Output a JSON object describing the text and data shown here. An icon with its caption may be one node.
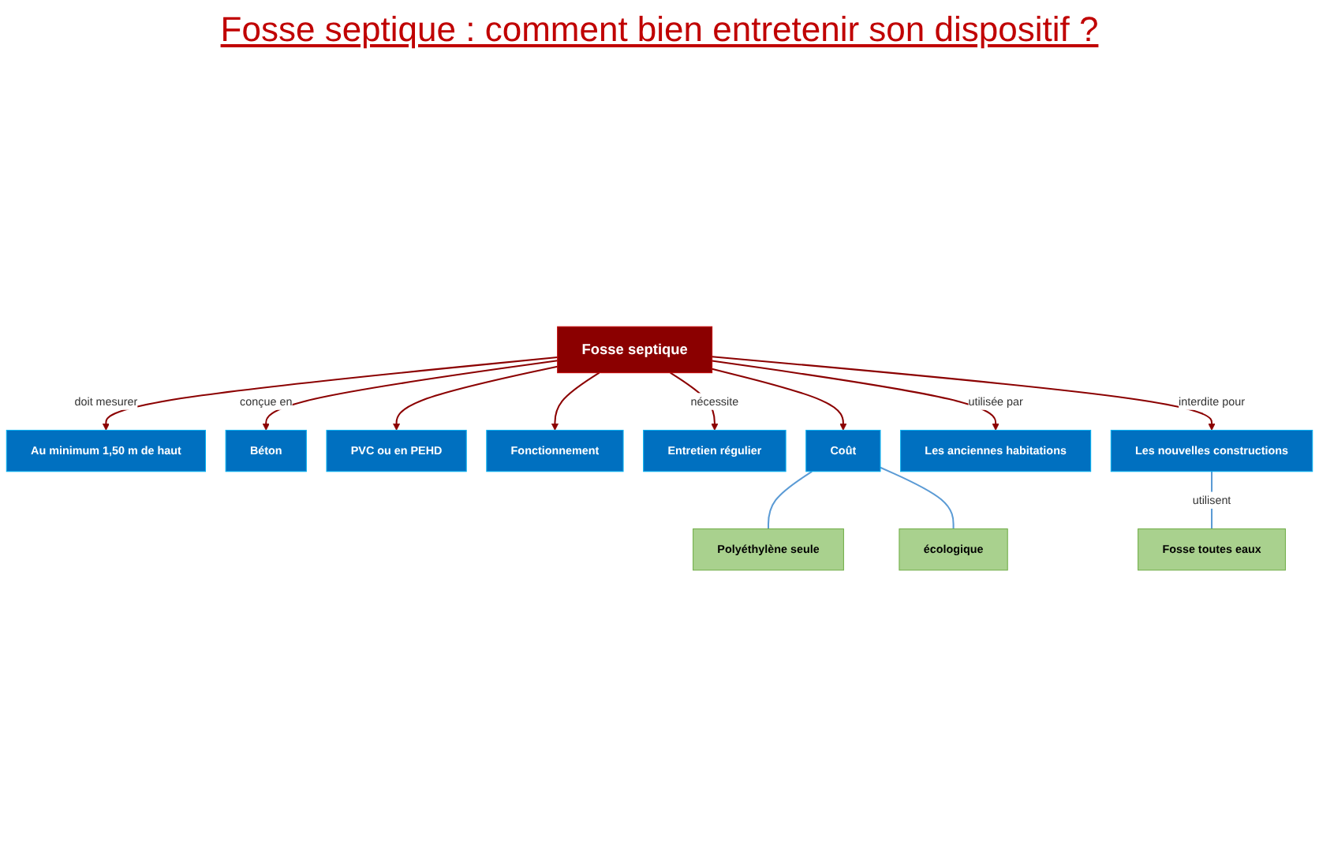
{
  "diagram": {
    "title": "Fosse septique : comment bien entretenir son dispositif ?",
    "nodes": [
      {
        "text": [
          "Fosse septique"
        ]
      },
      {
        "text": [
          "Au minimum 1,50 m de haut"
        ]
      },
      {
        "text": [
          "Béton"
        ]
      },
      {
        "text": [
          "PVC ou en PEHD"
        ]
      },
      {
        "text": [
          "Fonctionnement"
        ]
      },
      {
        "text": [
          "Entretien régulier"
        ]
      },
      {
        "text": [
          "Coût"
        ]
      },
      {
        "text": [
          "Polyéthylène seule"
        ]
      },
      {
        "text": [
          "écologique"
        ]
      },
      {
        "text": [
          "Les anciennes habitations"
        ]
      },
      {
        "text": [
          "Les nouvelles constructions"
        ]
      },
      {
        "text": [
          "Fosse toutes eaux"
        ]
      }
    ],
    "edges": [
      {
        "from": 0,
        "to": 1,
        "arrow": "to",
        "label": "doit mesurer"
      },
      {
        "from": 0,
        "to": 2,
        "arrow": "to",
        "label": "conçue en"
      },
      {
        "from": 0,
        "to": 3,
        "arrow": "to"
      },
      {
        "from": 0,
        "to": 4,
        "arrow": "to"
      },
      {
        "from": 0,
        "to": 5,
        "arrow": "to",
        "label": "nécessite"
      },
      {
        "from": 0,
        "to": 6,
        "arrow": "to"
      },
      {
        "from": 6,
        "to": 7,
        "arrow": "none",
        "color": "#5b9bd5"
      },
      {
        "from": 6,
        "to": 8,
        "arrow": "none",
        "color": "#5b9bd5"
      },
      {
        "from": 0,
        "to": 9,
        "arrow": "to",
        "label": "utilisée par"
      },
      {
        "from": 0,
        "to": 10,
        "arrow": "to",
        "label": "interdite pour"
      },
      {
        "from": 10,
        "to": 11,
        "arrow": "none",
        "label": "utilisent",
        "color": "#5b9bd5"
      }
    ]
  }
}
